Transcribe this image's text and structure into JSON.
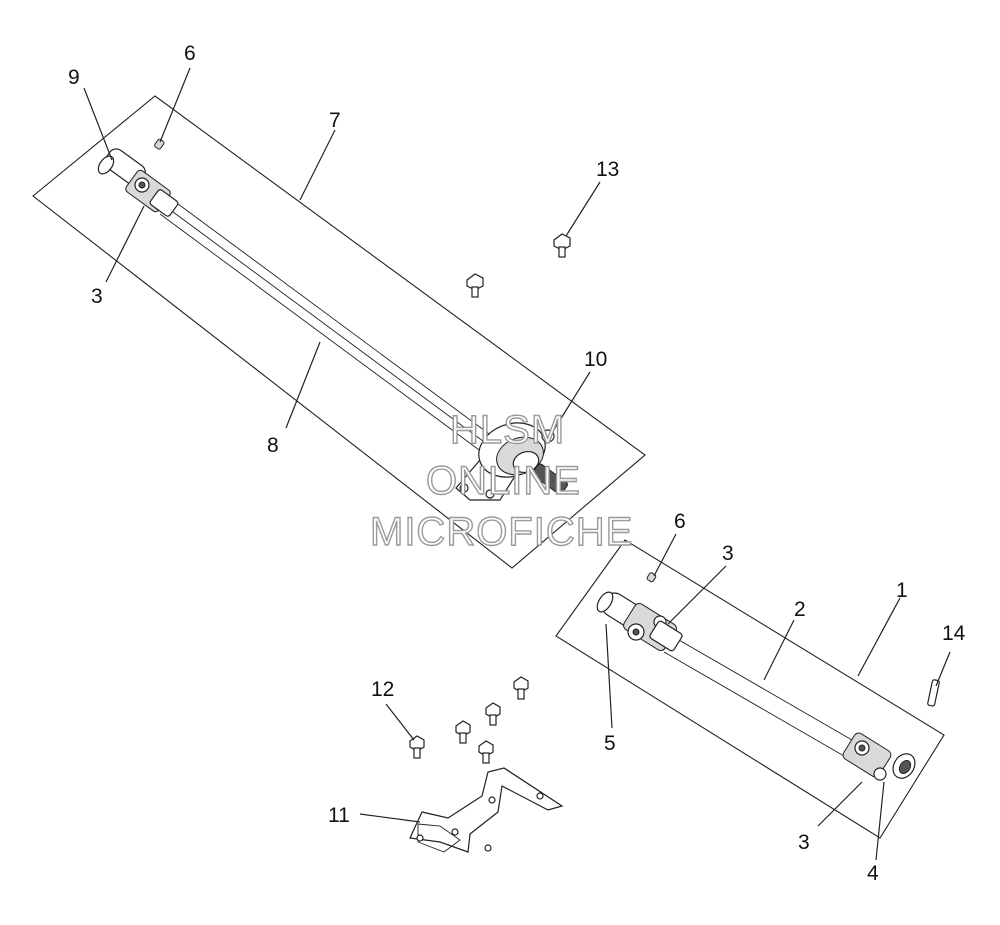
{
  "watermark": {
    "line1": "HLSM",
    "line2": "ONLINE",
    "line3": "MICROFICHE"
  },
  "callouts": [
    {
      "id": "c1",
      "label": "1"
    },
    {
      "id": "c2",
      "label": "2"
    },
    {
      "id": "c3a",
      "label": "3"
    },
    {
      "id": "c3b",
      "label": "3"
    },
    {
      "id": "c3c",
      "label": "3"
    },
    {
      "id": "c4",
      "label": "4"
    },
    {
      "id": "c5",
      "label": "5"
    },
    {
      "id": "c6a",
      "label": "6"
    },
    {
      "id": "c6b",
      "label": "6"
    },
    {
      "id": "c7",
      "label": "7"
    },
    {
      "id": "c8",
      "label": "8"
    },
    {
      "id": "c9",
      "label": "9"
    },
    {
      "id": "c10",
      "label": "10"
    },
    {
      "id": "c11",
      "label": "11"
    },
    {
      "id": "c12",
      "label": "12"
    },
    {
      "id": "c13",
      "label": "13"
    },
    {
      "id": "c14",
      "label": "14"
    }
  ],
  "colors": {
    "line": "#222222",
    "background": "#ffffff",
    "watermark_outline": "#9a9a9a"
  }
}
